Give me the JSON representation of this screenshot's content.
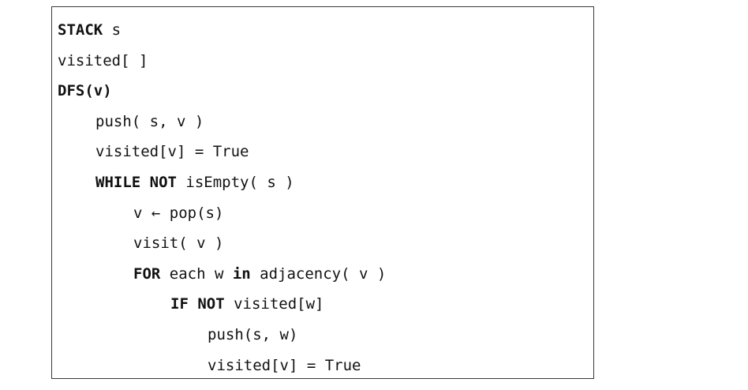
{
  "pseudocode": {
    "lines": [
      {
        "kw1": "STACK",
        "rest": " s"
      },
      {
        "text": "visited[ ]"
      },
      {
        "kw1": "DFS(v)"
      },
      {
        "text": "push( s, v )"
      },
      {
        "text": "visited[v] = True"
      },
      {
        "kw1": "WHILE",
        "kw2": " NOT",
        "rest": " isEmpty( s )"
      },
      {
        "text": "v ← pop(s)"
      },
      {
        "text": "visit( v )"
      },
      {
        "kw1": "FOR",
        "mid": " each w ",
        "kw2": "in",
        "rest": " adjacency( v )"
      },
      {
        "kw1": "IF",
        "kw2": " NOT",
        "rest": " visited[w]"
      },
      {
        "text": "push(s, w)"
      },
      {
        "text": "visited[v] = True"
      }
    ]
  }
}
